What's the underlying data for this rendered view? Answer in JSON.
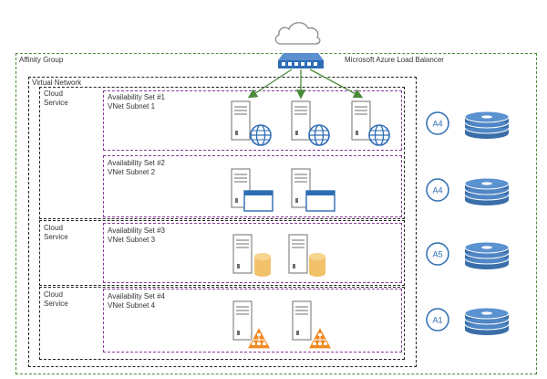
{
  "affinity_group": {
    "label": "Affinity Group"
  },
  "load_balancer": {
    "label": "Microsoft Azure Load Balancer"
  },
  "virtual_network": {
    "label": "Virtual Network"
  },
  "cloud_services": [
    {
      "label": "Cloud\nService"
    },
    {
      "label": "Cloud\nService"
    },
    {
      "label": "Cloud\nService"
    }
  ],
  "availability_sets": [
    {
      "name": "Availability Set #1",
      "subnet": "VNet Subnet 1",
      "role": "web"
    },
    {
      "name": "Availability Set #2",
      "subnet": "VNet Subnet 2",
      "role": "app"
    },
    {
      "name": "Availability Set #3",
      "subnet": "VNet Subnet 3",
      "role": "database"
    },
    {
      "name": "Availability Set #4",
      "subnet": "VNet Subnet 4",
      "role": "network"
    }
  ],
  "storage": [
    {
      "badge": "A4"
    },
    {
      "badge": "A4"
    },
    {
      "badge": "A5"
    },
    {
      "badge": "A1"
    }
  ],
  "colors": {
    "affinity_border": "#4a8a3a",
    "avset_border": "#8a3a9a",
    "arrow": "#4a8a3a",
    "azure_blue": "#2e6db4",
    "disk_blue": "#3a6ea8",
    "db_yellow": "#f2c26b",
    "net_orange": "#f08a24"
  }
}
